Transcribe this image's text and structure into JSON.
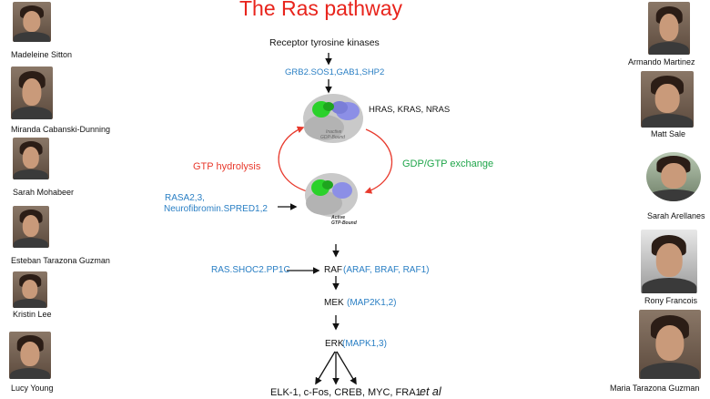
{
  "title": "The Ras pathway",
  "pathway": {
    "receptor": "Receptor tyrosine kinases",
    "adaptors": "GRB2.SOS1,GAB1,SHP2",
    "ras_genes": "HRAS, KRAS, NRAS",
    "inactive_label": [
      "Inactive",
      "GDP-Bound"
    ],
    "active_label": [
      "Active",
      "GTP-Bound"
    ],
    "gtp_hydrolysis": "GTP hydrolysis",
    "gdp_gtp_exchange": "GDP/GTP exchange",
    "gap_line1": "RASA2,3,",
    "gap_line2": "Neurofibromin.SPRED1,2",
    "raf_regulator": "RAS.SHOC2.PP1C",
    "raf": "RAF",
    "raf_genes": "(ARAF, BRAF, RAF1)",
    "mek": "MEK",
    "mek_genes": "(MAP2K1,2)",
    "erk": "ERK",
    "erk_genes": "(MAPK1,3)",
    "targets": "ELK-1, c-Fos, CREB, MYC, FRA1",
    "et_al": "et al"
  },
  "people_left": [
    "Madeleine Sitton",
    "Miranda Cabanski-Dunning",
    "Sarah Mohabeer",
    "Esteban Tarazona Guzman",
    "Kristin Lee",
    "Lucy Young"
  ],
  "people_right": [
    "Armando Martinez",
    "Matt Sale",
    "Sarah Arellanes",
    "Rony Francois",
    "Maria Tarazona Guzman"
  ],
  "colors": {
    "title": "#e8241c",
    "gene_blue": "#2a7fc4",
    "hydrolysis_red": "#e83a2d",
    "exchange_green": "#1fa54a"
  }
}
